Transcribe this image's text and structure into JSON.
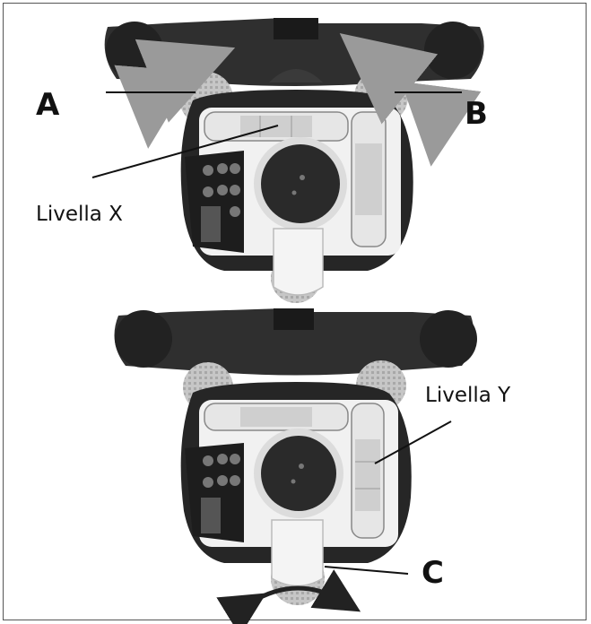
{
  "labels": {
    "a": "A",
    "b": "B",
    "c": "C",
    "livella_x": "Livella X",
    "livella_y": "Livella Y"
  },
  "colors": {
    "base_dark": "#2f2f2f",
    "wheel_gray": "#b8b8b8",
    "arrow_gray": "#9a9a9a",
    "body_dark": "#262626",
    "vial_light": "#e6e6e6"
  }
}
